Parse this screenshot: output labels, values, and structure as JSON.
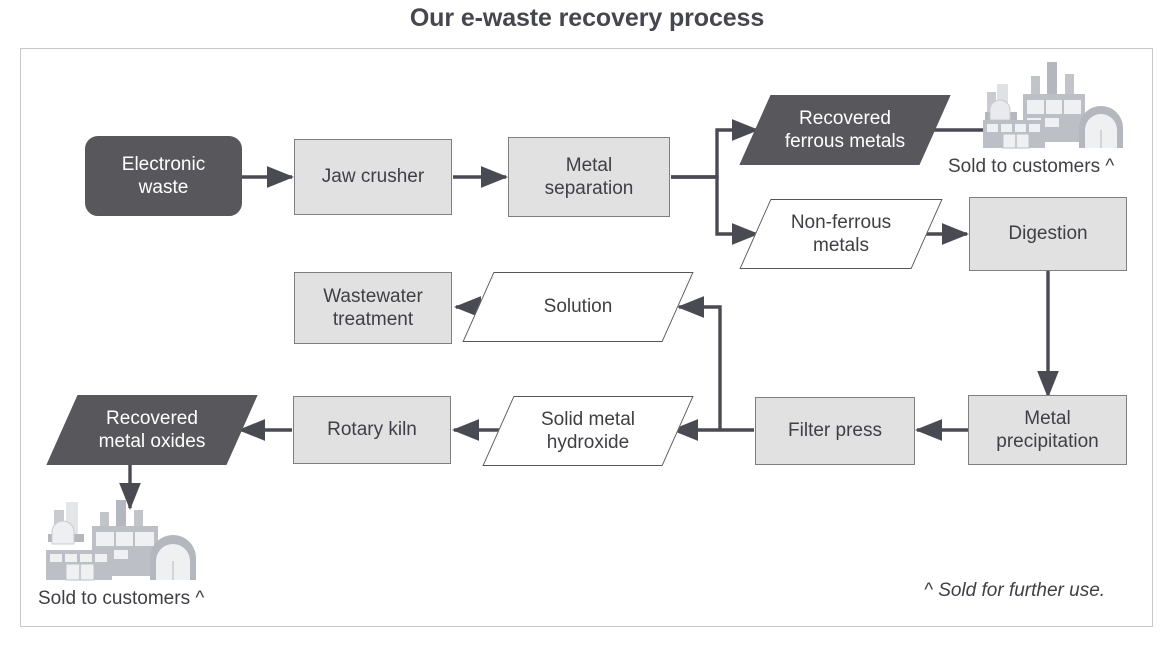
{
  "title": "Our e-waste recovery process",
  "footnote": "^ Sold for further use.",
  "colors": {
    "dark_fill": "#58585c",
    "light_fill": "#e1e1e1",
    "outline": "#7e7e85",
    "arrow": "#4a4a52",
    "title_text": "#46464f",
    "frame_border": "#c8c8cc",
    "icon_gray": "#a8aaae"
  },
  "nodes": {
    "electronic_waste": {
      "label": "Electronic waste",
      "line1": "Electronic",
      "line2": "waste",
      "shape": "rounded-rect",
      "style": "dark"
    },
    "jaw_crusher": {
      "label": "Jaw crusher",
      "shape": "rect",
      "style": "light"
    },
    "metal_separation": {
      "label": "Metal separation",
      "line1": "Metal",
      "line2": "separation",
      "shape": "rect",
      "style": "light"
    },
    "recovered_ferrous_metals": {
      "label": "Recovered ferrous metals",
      "line1": "Recovered",
      "line2": "ferrous metals",
      "shape": "parallelogram",
      "style": "dark"
    },
    "non_ferrous_metals": {
      "label": "Non-ferrous metals",
      "line1": "Non-ferrous",
      "line2": "metals",
      "shape": "parallelogram",
      "style": "light"
    },
    "digestion": {
      "label": "Digestion",
      "shape": "rect",
      "style": "light"
    },
    "metal_precipitation": {
      "label": "Metal precipitation",
      "line1": "Metal",
      "line2": "precipitation",
      "shape": "rect",
      "style": "light"
    },
    "filter_press": {
      "label": "Filter press",
      "shape": "rect",
      "style": "light"
    },
    "solid_metal_hydroxide": {
      "label": "Solid metal hydroxide",
      "line1": "Solid metal",
      "line2": "hydroxide",
      "shape": "parallelogram",
      "style": "light"
    },
    "rotary_kiln": {
      "label": "Rotary kiln",
      "shape": "rect",
      "style": "light"
    },
    "recovered_metal_oxides": {
      "label": "Recovered metal oxides",
      "line1": "Recovered",
      "line2": "metal oxides",
      "shape": "parallelogram",
      "style": "dark"
    },
    "solution": {
      "label": "Solution",
      "shape": "parallelogram",
      "style": "light"
    },
    "wastewater_treatment": {
      "label": "Wastewater treatment",
      "line1": "Wastewater",
      "line2": "treatment",
      "shape": "rect",
      "style": "light"
    }
  },
  "captions": {
    "sold_top": "Sold to customers ^",
    "sold_bottom": "Sold to customers ^"
  },
  "icons": {
    "factory_top": "factory-icon",
    "factory_bottom": "factory-icon"
  }
}
